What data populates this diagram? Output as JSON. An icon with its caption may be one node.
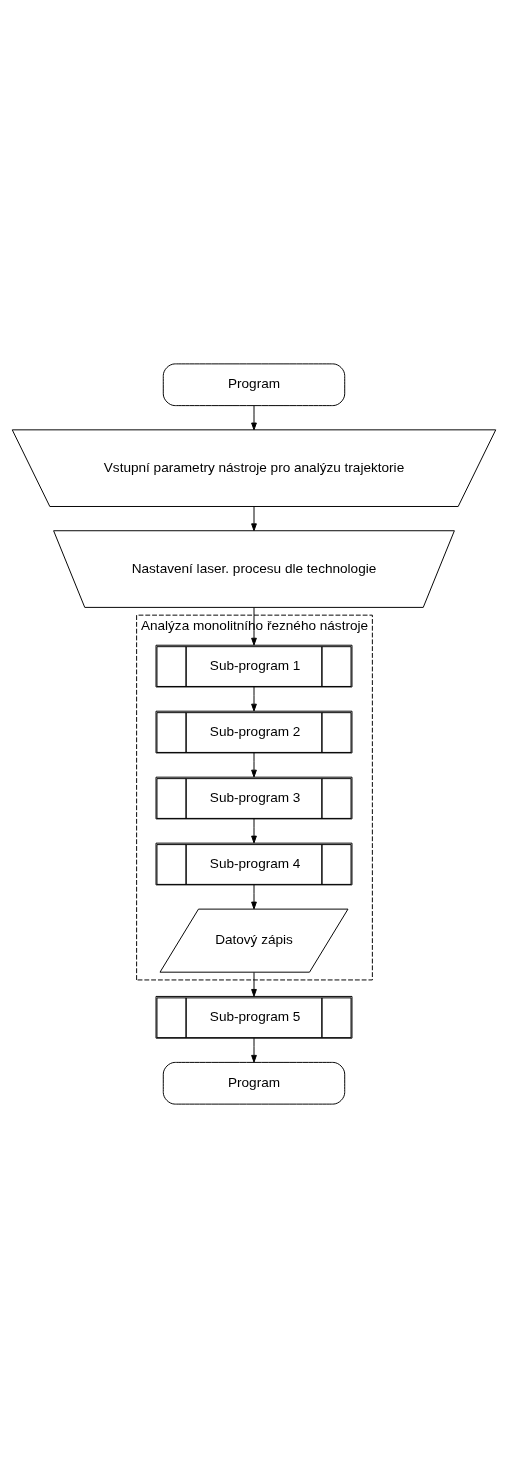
{
  "diagram": {
    "nodes": [
      {
        "text": [
          "Program"
        ]
      },
      {
        "text": [
          "Vstupní parametry nástroje pro analýzu trajektorie"
        ]
      },
      {
        "text": [
          "Nastavení laser. procesu dle technologie"
        ]
      },
      {
        "text": [
          "Analýza monolitního řezného nástroje"
        ]
      },
      {
        "text": [
          "Sub-program 1"
        ],
        "in": 3
      },
      {
        "text": [
          "Sub-program 2"
        ],
        "in": 3
      },
      {
        "text": [
          "Sub-program 3"
        ],
        "in": 3
      },
      {
        "text": [
          "Sub-program 4"
        ],
        "in": 3
      },
      {
        "text": [
          "Datový zápis"
        ],
        "in": 3
      },
      {
        "text": [
          "Sub-program 5"
        ]
      },
      {
        "text": [
          "Program"
        ]
      }
    ],
    "edges": [
      {
        "from": 0,
        "to": 1,
        "arrow": "to"
      },
      {
        "from": 1,
        "to": 2,
        "arrow": "to"
      },
      {
        "from": 2,
        "to": 4,
        "arrow": "to"
      },
      {
        "from": 4,
        "to": 5,
        "arrow": "to"
      },
      {
        "from": 5,
        "to": 6,
        "arrow": "to"
      },
      {
        "from": 6,
        "to": 7,
        "arrow": "to"
      },
      {
        "from": 7,
        "to": 8,
        "arrow": "to"
      },
      {
        "from": 8,
        "to": 9,
        "arrow": "to"
      },
      {
        "from": 9,
        "to": 10,
        "arrow": "to"
      }
    ]
  }
}
